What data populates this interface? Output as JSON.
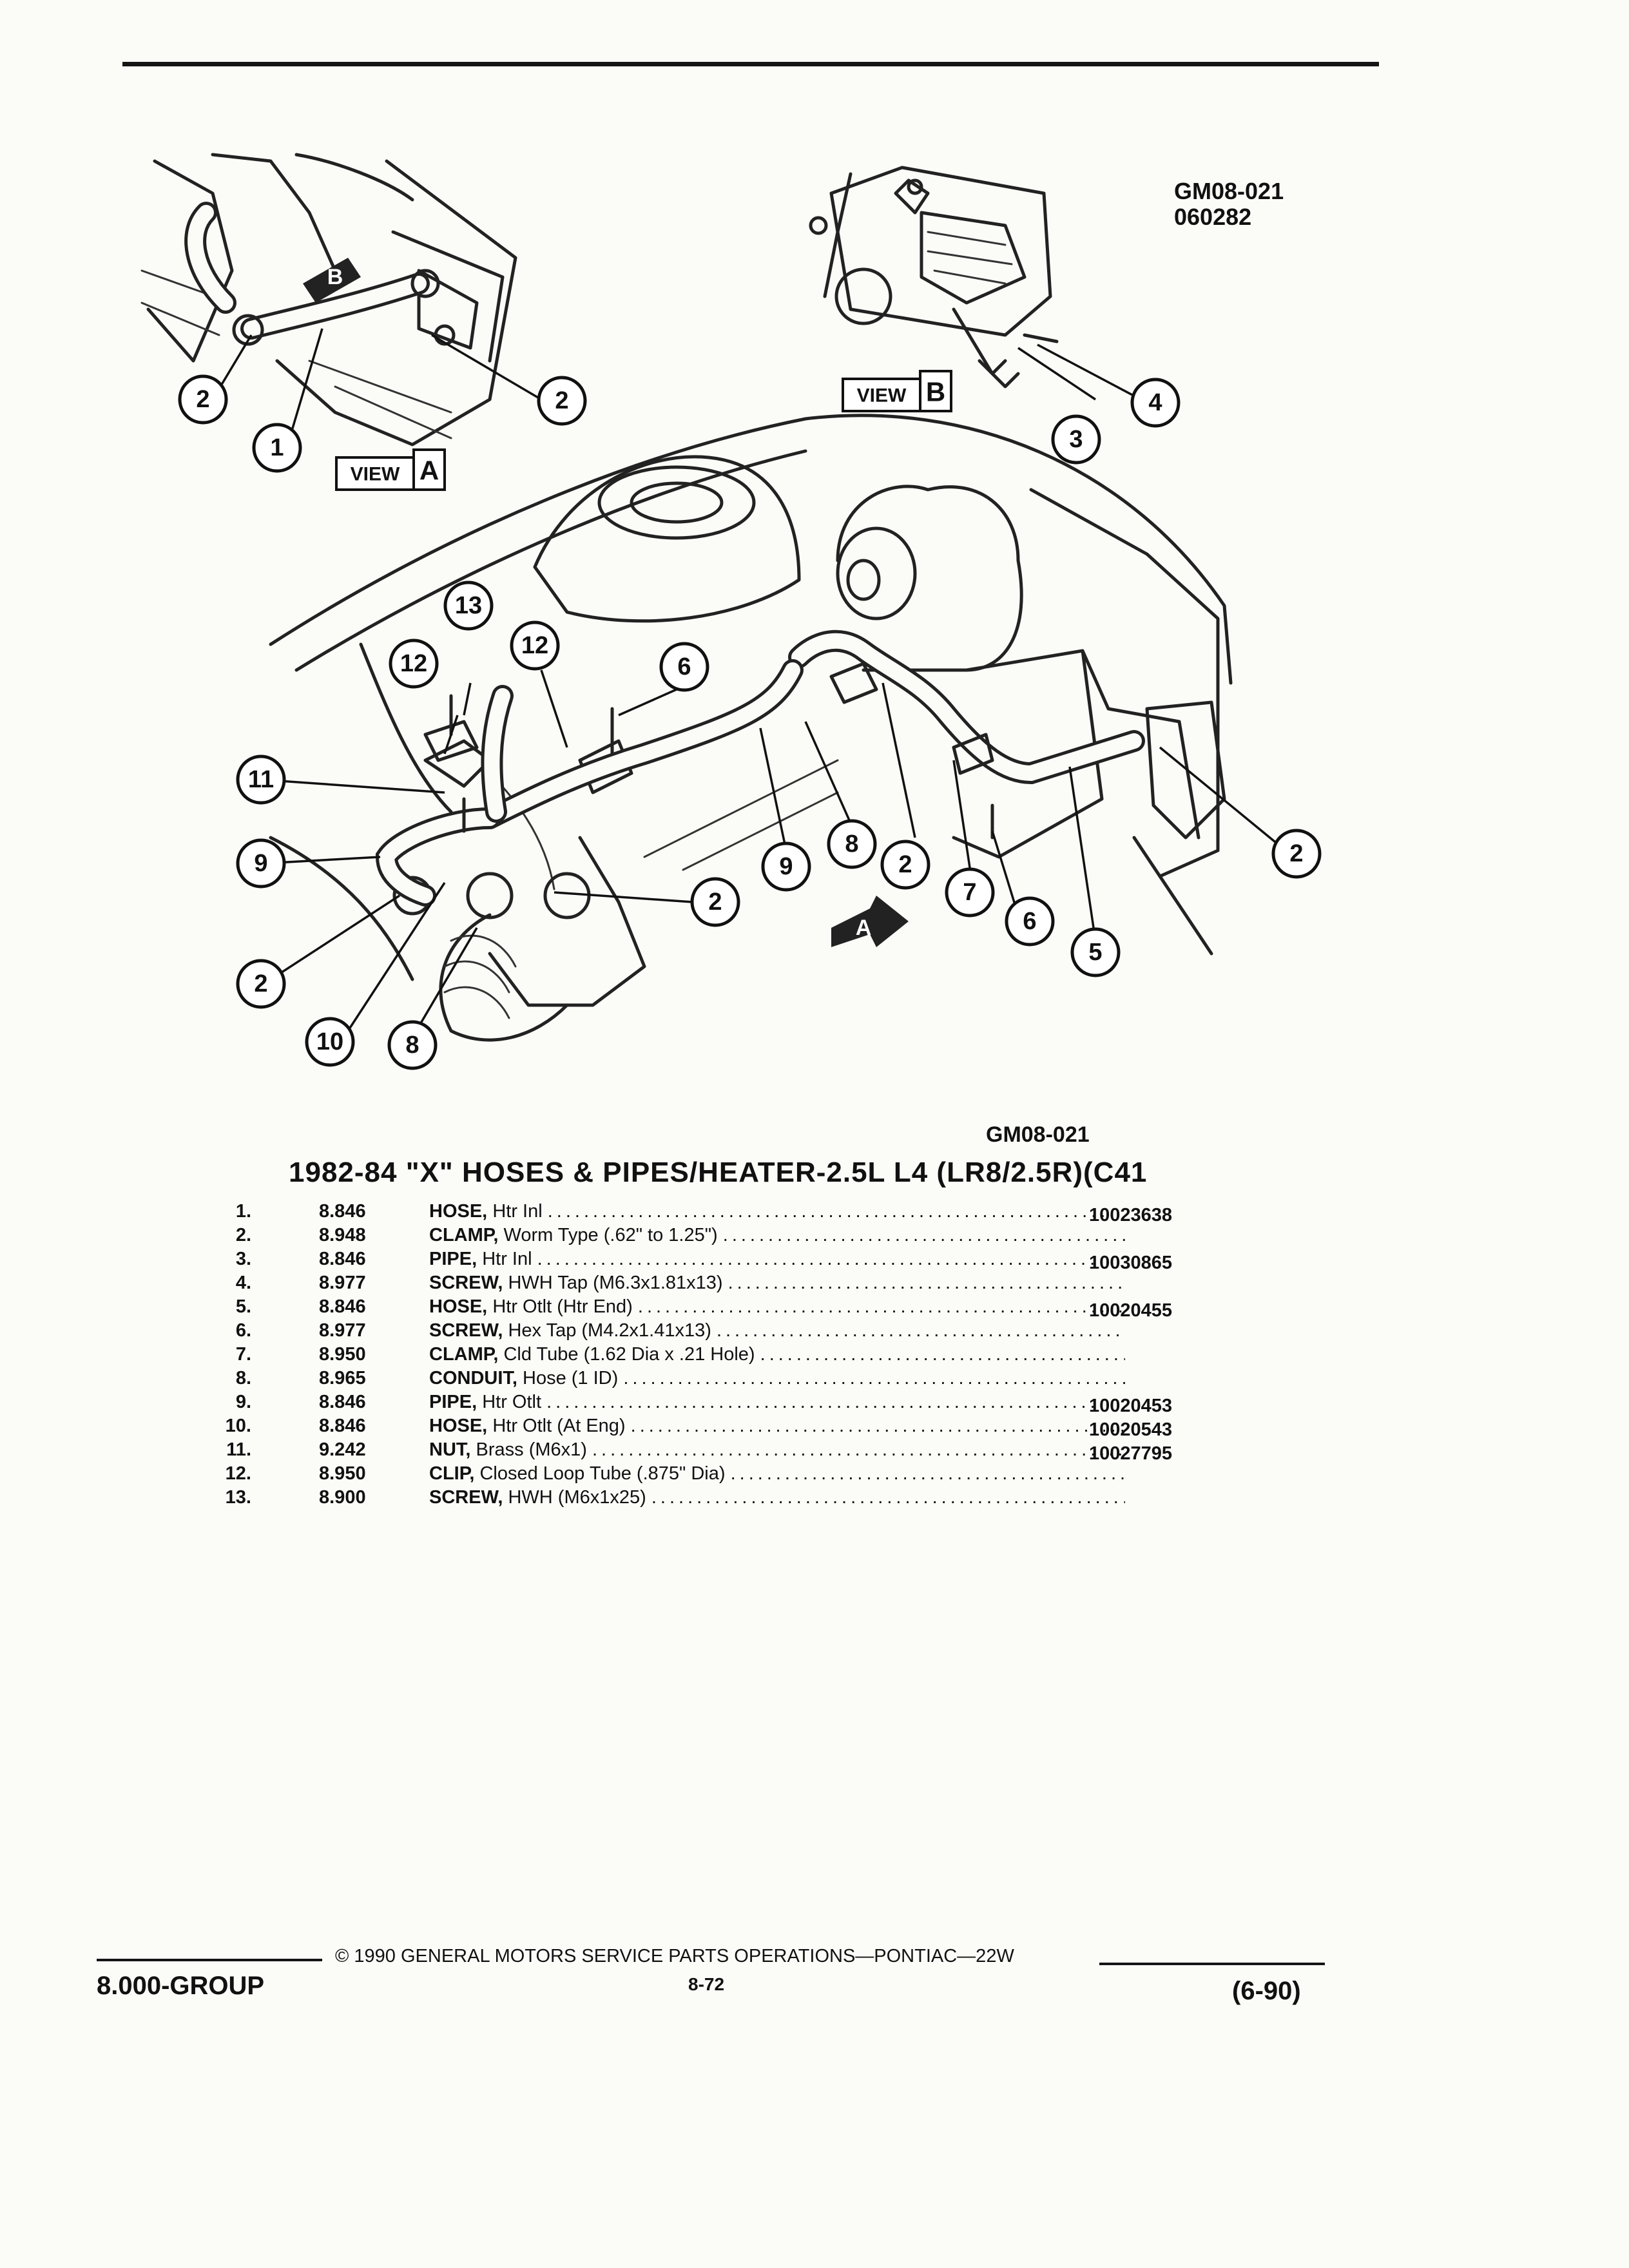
{
  "figure": {
    "code": "GM08-021",
    "date_code": "060282",
    "bottom_code": "GM08-021",
    "view_a_label": "VIEW",
    "view_a_letter": "A",
    "view_b_label": "VIEW",
    "view_b_letter": "B",
    "arrow_a": "A",
    "arrow_b": "B",
    "callouts": [
      "1",
      "2",
      "3",
      "4",
      "5",
      "6",
      "7",
      "8",
      "9",
      "10",
      "11",
      "12",
      "13"
    ]
  },
  "parts": {
    "title": "1982-84 \"X\" HOSES & PIPES/HEATER-2.5L L4 (LR8/2.5R)(C41",
    "rows": [
      {
        "num": "1.",
        "group": "8.846",
        "name": "HOSE,",
        "spec": "Htr Inl",
        "part": "10023638"
      },
      {
        "num": "2.",
        "group": "8.948",
        "name": "CLAMP,",
        "spec": "Worm Type (.62\" to 1.25\")",
        "part": ""
      },
      {
        "num": "3.",
        "group": "8.846",
        "name": "PIPE,",
        "spec": "Htr Inl",
        "part": "10030865"
      },
      {
        "num": "4.",
        "group": "8.977",
        "name": "SCREW,",
        "spec": "HWH Tap (M6.3x1.81x13)",
        "part": ""
      },
      {
        "num": "5.",
        "group": "8.846",
        "name": "HOSE,",
        "spec": "Htr Otlt (Htr End)",
        "part": "10020455"
      },
      {
        "num": "6.",
        "group": "8.977",
        "name": "SCREW,",
        "spec": "Hex Tap (M4.2x1.41x13)",
        "part": ""
      },
      {
        "num": "7.",
        "group": "8.950",
        "name": "CLAMP,",
        "spec": "Cld Tube (1.62 Dia x .21 Hole)",
        "part": ""
      },
      {
        "num": "8.",
        "group": "8.965",
        "name": "CONDUIT,",
        "spec": "Hose (1 ID)",
        "part": ""
      },
      {
        "num": "9.",
        "group": "8.846",
        "name": "PIPE,",
        "spec": "Htr Otlt",
        "part": "10020453"
      },
      {
        "num": "10.",
        "group": "8.846",
        "name": "HOSE,",
        "spec": "Htr Otlt (At Eng)",
        "part": "10020543"
      },
      {
        "num": "11.",
        "group": "9.242",
        "name": "NUT,",
        "spec": "Brass (M6x1)",
        "part": "10027795"
      },
      {
        "num": "12.",
        "group": "8.950",
        "name": "CLIP,",
        "spec": "Closed Loop Tube (.875\" Dia)",
        "part": ""
      },
      {
        "num": "13.",
        "group": "8.900",
        "name": "SCREW,",
        "spec": "HWH (M6x1x25)",
        "part": ""
      }
    ]
  },
  "footer": {
    "group": "8.000-GROUP",
    "copyright": "© 1990 GENERAL MOTORS SERVICE PARTS OPERATIONS—PONTIAC—22W",
    "page": "8-72",
    "date": "(6-90)"
  }
}
